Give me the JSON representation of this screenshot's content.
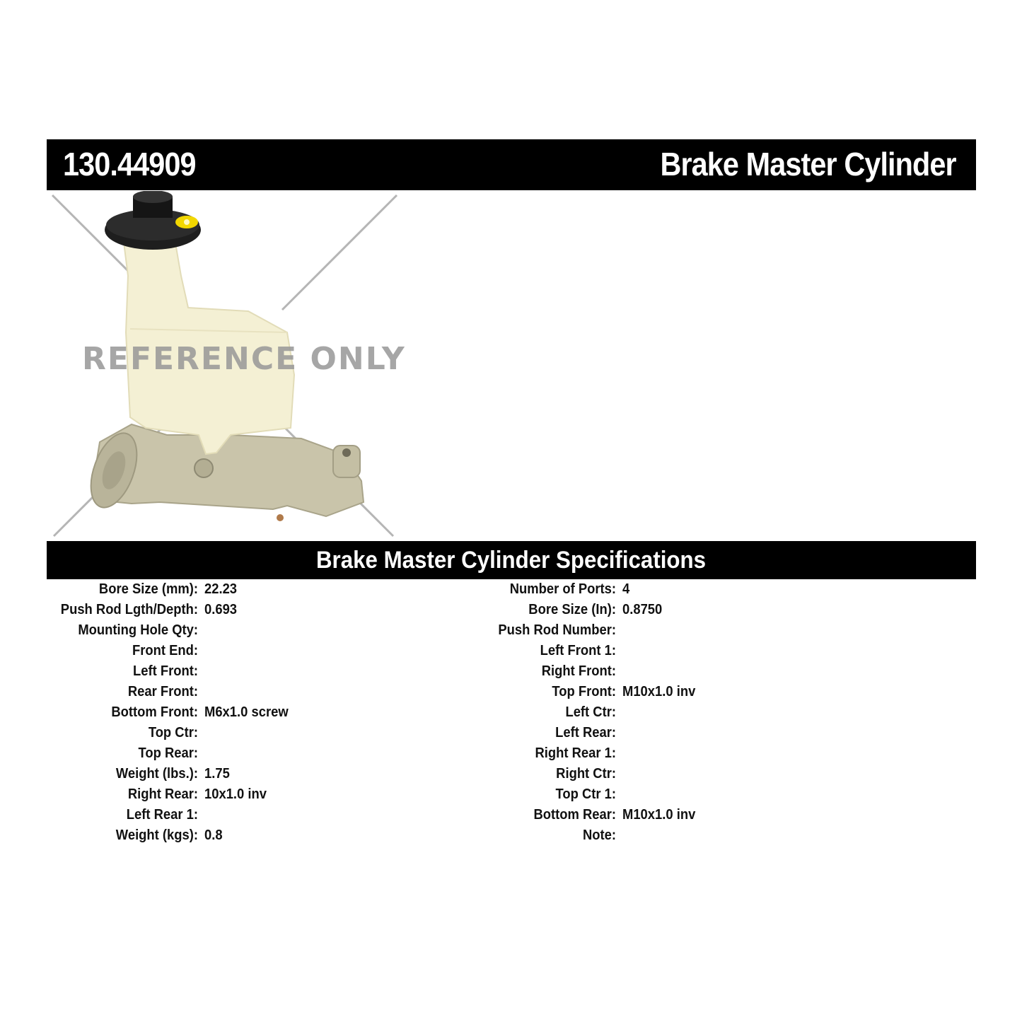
{
  "header": {
    "part_number": "130.44909",
    "product_name": "Brake Master Cylinder"
  },
  "image": {
    "watermark": "REFERENCE ONLY",
    "subject": "brake-master-cylinder-photo"
  },
  "specifications": {
    "title": "Brake Master Cylinder Specifications",
    "left": [
      {
        "label": "Bore Size (mm):",
        "value": "22.23"
      },
      {
        "label": "Push Rod Lgth/Depth:",
        "value": "0.693"
      },
      {
        "label": "Mounting Hole Qty:",
        "value": ""
      },
      {
        "label": "Front End:",
        "value": ""
      },
      {
        "label": "Left Front:",
        "value": ""
      },
      {
        "label": "Rear Front:",
        "value": ""
      },
      {
        "label": "Bottom Front:",
        "value": "M6x1.0 screw"
      },
      {
        "label": "Top Ctr:",
        "value": ""
      },
      {
        "label": "Top Rear:",
        "value": ""
      },
      {
        "label": "Weight (lbs.):",
        "value": "1.75"
      },
      {
        "label": "Right Rear:",
        "value": "10x1.0 inv"
      },
      {
        "label": "Left Rear 1:",
        "value": ""
      },
      {
        "label": "Weight (kgs):",
        "value": "0.8"
      }
    ],
    "right": [
      {
        "label": "Number of Ports:",
        "value": "4"
      },
      {
        "label": "Bore Size (In):",
        "value": "0.8750"
      },
      {
        "label": "Push Rod Number:",
        "value": ""
      },
      {
        "label": "Left Front 1:",
        "value": ""
      },
      {
        "label": "Right Front:",
        "value": ""
      },
      {
        "label": "Top Front:",
        "value": "M10x1.0 inv"
      },
      {
        "label": "Left Ctr:",
        "value": ""
      },
      {
        "label": "Left Rear:",
        "value": ""
      },
      {
        "label": "Right Rear 1:",
        "value": ""
      },
      {
        "label": "Right Ctr:",
        "value": ""
      },
      {
        "label": "Top Ctr 1:",
        "value": ""
      },
      {
        "label": "Bottom Rear:",
        "value": "M10x1.0 inv"
      },
      {
        "label": "Note:",
        "value": ""
      }
    ]
  },
  "colors": {
    "bar_background": "#000000",
    "bar_text": "#ffffff",
    "watermark": "#9a9a9a",
    "reservoir": "#f3efd2",
    "cap": "#1c1c1c",
    "cap_label": "#f0d000",
    "body_metal": "#c8c3a8"
  }
}
